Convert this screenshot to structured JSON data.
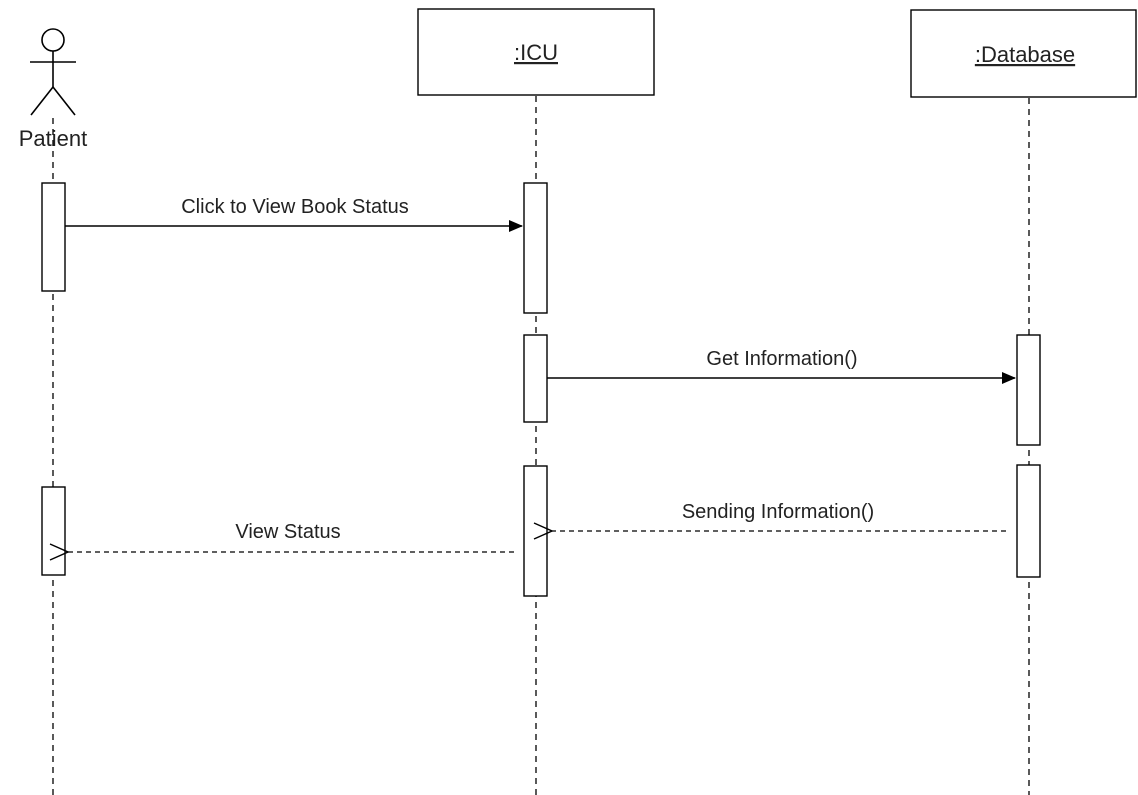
{
  "participants": [
    {
      "label": "Patient",
      "kind": "actor"
    },
    {
      "label": ":ICU",
      "kind": "object"
    },
    {
      "label": ":Database",
      "kind": "object"
    }
  ],
  "messages": [
    {
      "label": "Click to View Book Status",
      "from": "Patient",
      "to": ":ICU",
      "style": "solid"
    },
    {
      "label": "Get Information()",
      "from": ":ICU",
      "to": ":Database",
      "style": "solid"
    },
    {
      "label": "Sending Information()",
      "from": ":Database",
      "to": ":ICU",
      "style": "dashed-return"
    },
    {
      "label": "View Status",
      "from": ":ICU",
      "to": "Patient",
      "style": "dashed-return"
    }
  ]
}
